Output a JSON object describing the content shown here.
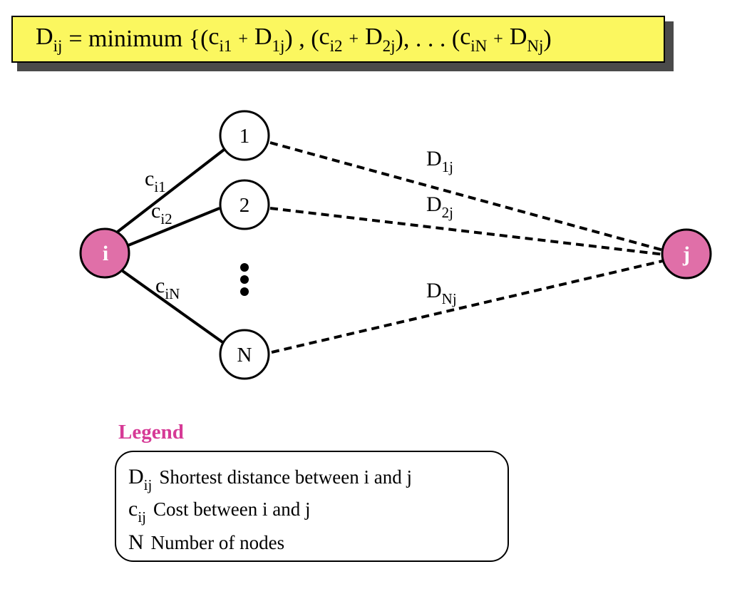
{
  "formula": {
    "lhs_main": "D",
    "lhs_sub": "ij",
    "eq": "= minimum {(",
    "t1_c": "c",
    "t1_c_sub": "i1",
    "plus": "+",
    "t1_d": "D",
    "t1_d_sub": "1j",
    "sep1": ") , (",
    "t2_c": "c",
    "t2_c_sub": "i2",
    "t2_d": "D",
    "t2_d_sub": "2j",
    "sep2": "), . . . (",
    "t3_c": "c",
    "t3_c_sub": "iN",
    "t3_d": "D",
    "t3_d_sub": "Nj",
    "close": ")"
  },
  "nodes": {
    "source": "i",
    "n1": "1",
    "n2": "2",
    "nN": "N",
    "target": "j"
  },
  "edges": {
    "c_i1": {
      "main": "c",
      "sub": "i1"
    },
    "c_i2": {
      "main": "c",
      "sub": "i2"
    },
    "c_iN": {
      "main": "c",
      "sub": "iN"
    },
    "d_1j": {
      "main": "D",
      "sub": "1j"
    },
    "d_2j": {
      "main": "D",
      "sub": "2j"
    },
    "d_Nj": {
      "main": "D",
      "sub": "Nj"
    }
  },
  "legend": {
    "title": "Legend",
    "items": [
      {
        "sym": "D",
        "sub": "ij",
        "desc": "Shortest distance between i and j"
      },
      {
        "sym": "c",
        "sub": "ij",
        "desc": "Cost between i and j"
      },
      {
        "sym": "N",
        "sub": "",
        "desc": "Number of nodes"
      }
    ]
  },
  "colors": {
    "formula_bg": "#fbf75f",
    "endpoint_fill": "#e06fa8",
    "legend_title": "#d63a96"
  }
}
